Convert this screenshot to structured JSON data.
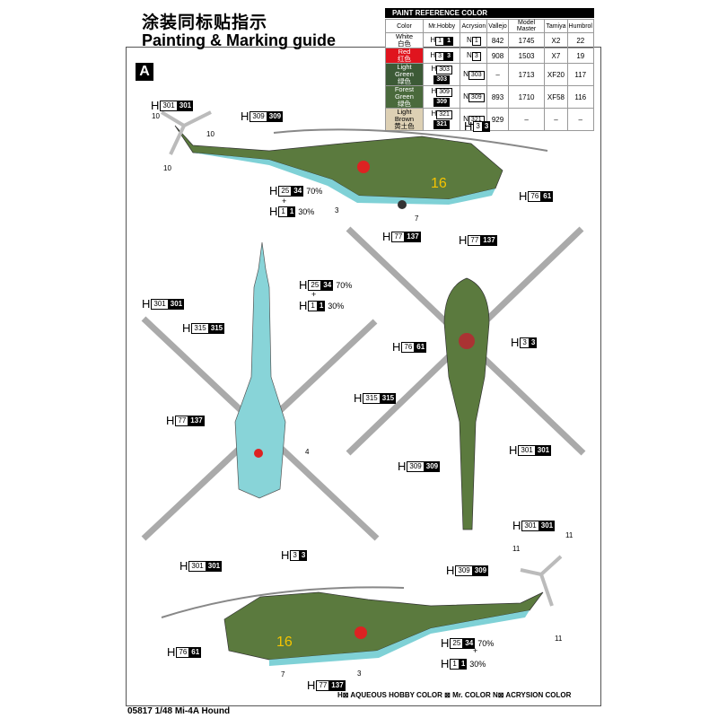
{
  "title_cn": "涂装同标贴指示",
  "title_en": "Painting & Marking guide",
  "section": "A",
  "paint_table": {
    "heading": "PAINT  REFERENCE COLOR",
    "columns": [
      "Color",
      "Mr.Hobby",
      "Acrysion",
      "Vallejo",
      "Model Master",
      "Tamiya",
      "Humbrol"
    ],
    "rows": [
      {
        "en": "White",
        "cn": "白色",
        "bg": "#ffffff",
        "fg": "#000000",
        "h1": "1",
        "h2": "1",
        "n": "1",
        "vallejo": "842",
        "mm": "1745",
        "tamiya": "X2",
        "humbrol": "22"
      },
      {
        "en": "Red",
        "cn": "红色",
        "bg": "#e0141e",
        "fg": "#ffffff",
        "h1": "3",
        "h2": "3",
        "n": "3",
        "vallejo": "908",
        "mm": "1503",
        "tamiya": "X7",
        "humbrol": "19"
      },
      {
        "en": "Light Green",
        "cn": "绿色",
        "bg": "#3c5a36",
        "fg": "#ffffff",
        "h1": "303",
        "h2": "303",
        "n": "303",
        "vallejo": "–",
        "mm": "1713",
        "tamiya": "XF20",
        "humbrol": "117"
      },
      {
        "en": "Forest Green",
        "cn": "绿色",
        "bg": "#4a6a3c",
        "fg": "#ffffff",
        "h1": "309",
        "h2": "309",
        "n": "309",
        "vallejo": "893",
        "mm": "1710",
        "tamiya": "XF58",
        "humbrol": "116"
      },
      {
        "en": "Light Brown",
        "cn": "黄土色",
        "bg": "#ddd0b4",
        "fg": "#000000",
        "h1": "321",
        "h2": "321",
        "n": "321",
        "vallejo": "929",
        "mm": "–",
        "tamiya": "–",
        "humbrol": "–"
      }
    ]
  },
  "callouts": [
    {
      "c1": "301",
      "c2": "301"
    },
    {
      "c1": "309",
      "c2": "309"
    },
    {
      "c1": "3",
      "c2": "3"
    },
    {
      "c1": "25",
      "c2": "34",
      "pct": "70%"
    },
    {
      "c1": "1",
      "c2": "1",
      "pct": "30%"
    },
    {
      "c1": "76",
      "c2": "61"
    },
    {
      "c1": "77",
      "c2": "137"
    },
    {
      "c1": "77",
      "c2": "137"
    },
    {
      "c1": "25",
      "c2": "34",
      "pct": "70%"
    },
    {
      "c1": "1",
      "c2": "1",
      "pct": "30%"
    },
    {
      "c1": "301",
      "c2": "301"
    },
    {
      "c1": "315",
      "c2": "315"
    },
    {
      "c1": "77",
      "c2": "137"
    },
    {
      "c1": "76",
      "c2": "61"
    },
    {
      "c1": "3",
      "c2": "3"
    },
    {
      "c1": "315",
      "c2": "315"
    },
    {
      "c1": "301",
      "c2": "301"
    },
    {
      "c1": "309",
      "c2": "309"
    },
    {
      "c1": "301",
      "c2": "301"
    },
    {
      "c1": "3",
      "c2": "3"
    },
    {
      "c1": "301",
      "c2": "301"
    },
    {
      "c1": "309",
      "c2": "309"
    },
    {
      "c1": "76",
      "c2": "61"
    },
    {
      "c1": "25",
      "c2": "34",
      "pct": "70%"
    },
    {
      "c1": "1",
      "c2": "1",
      "pct": "30%"
    },
    {
      "c1": "77",
      "c2": "137"
    }
  ],
  "prefix": "H",
  "plus": "+",
  "decal_numbers": [
    "10",
    "10",
    "10",
    "3",
    "7",
    "4",
    "11",
    "11",
    "11",
    "7",
    "3"
  ],
  "fuselage_number": "16",
  "legend": "H⊠ AQUEOUS HOBBY COLOR   ⊠ Mr. COLOR   N⊠ ACRYSION COLOR",
  "footer": "05817 1/48  Mi-4A Hound"
}
